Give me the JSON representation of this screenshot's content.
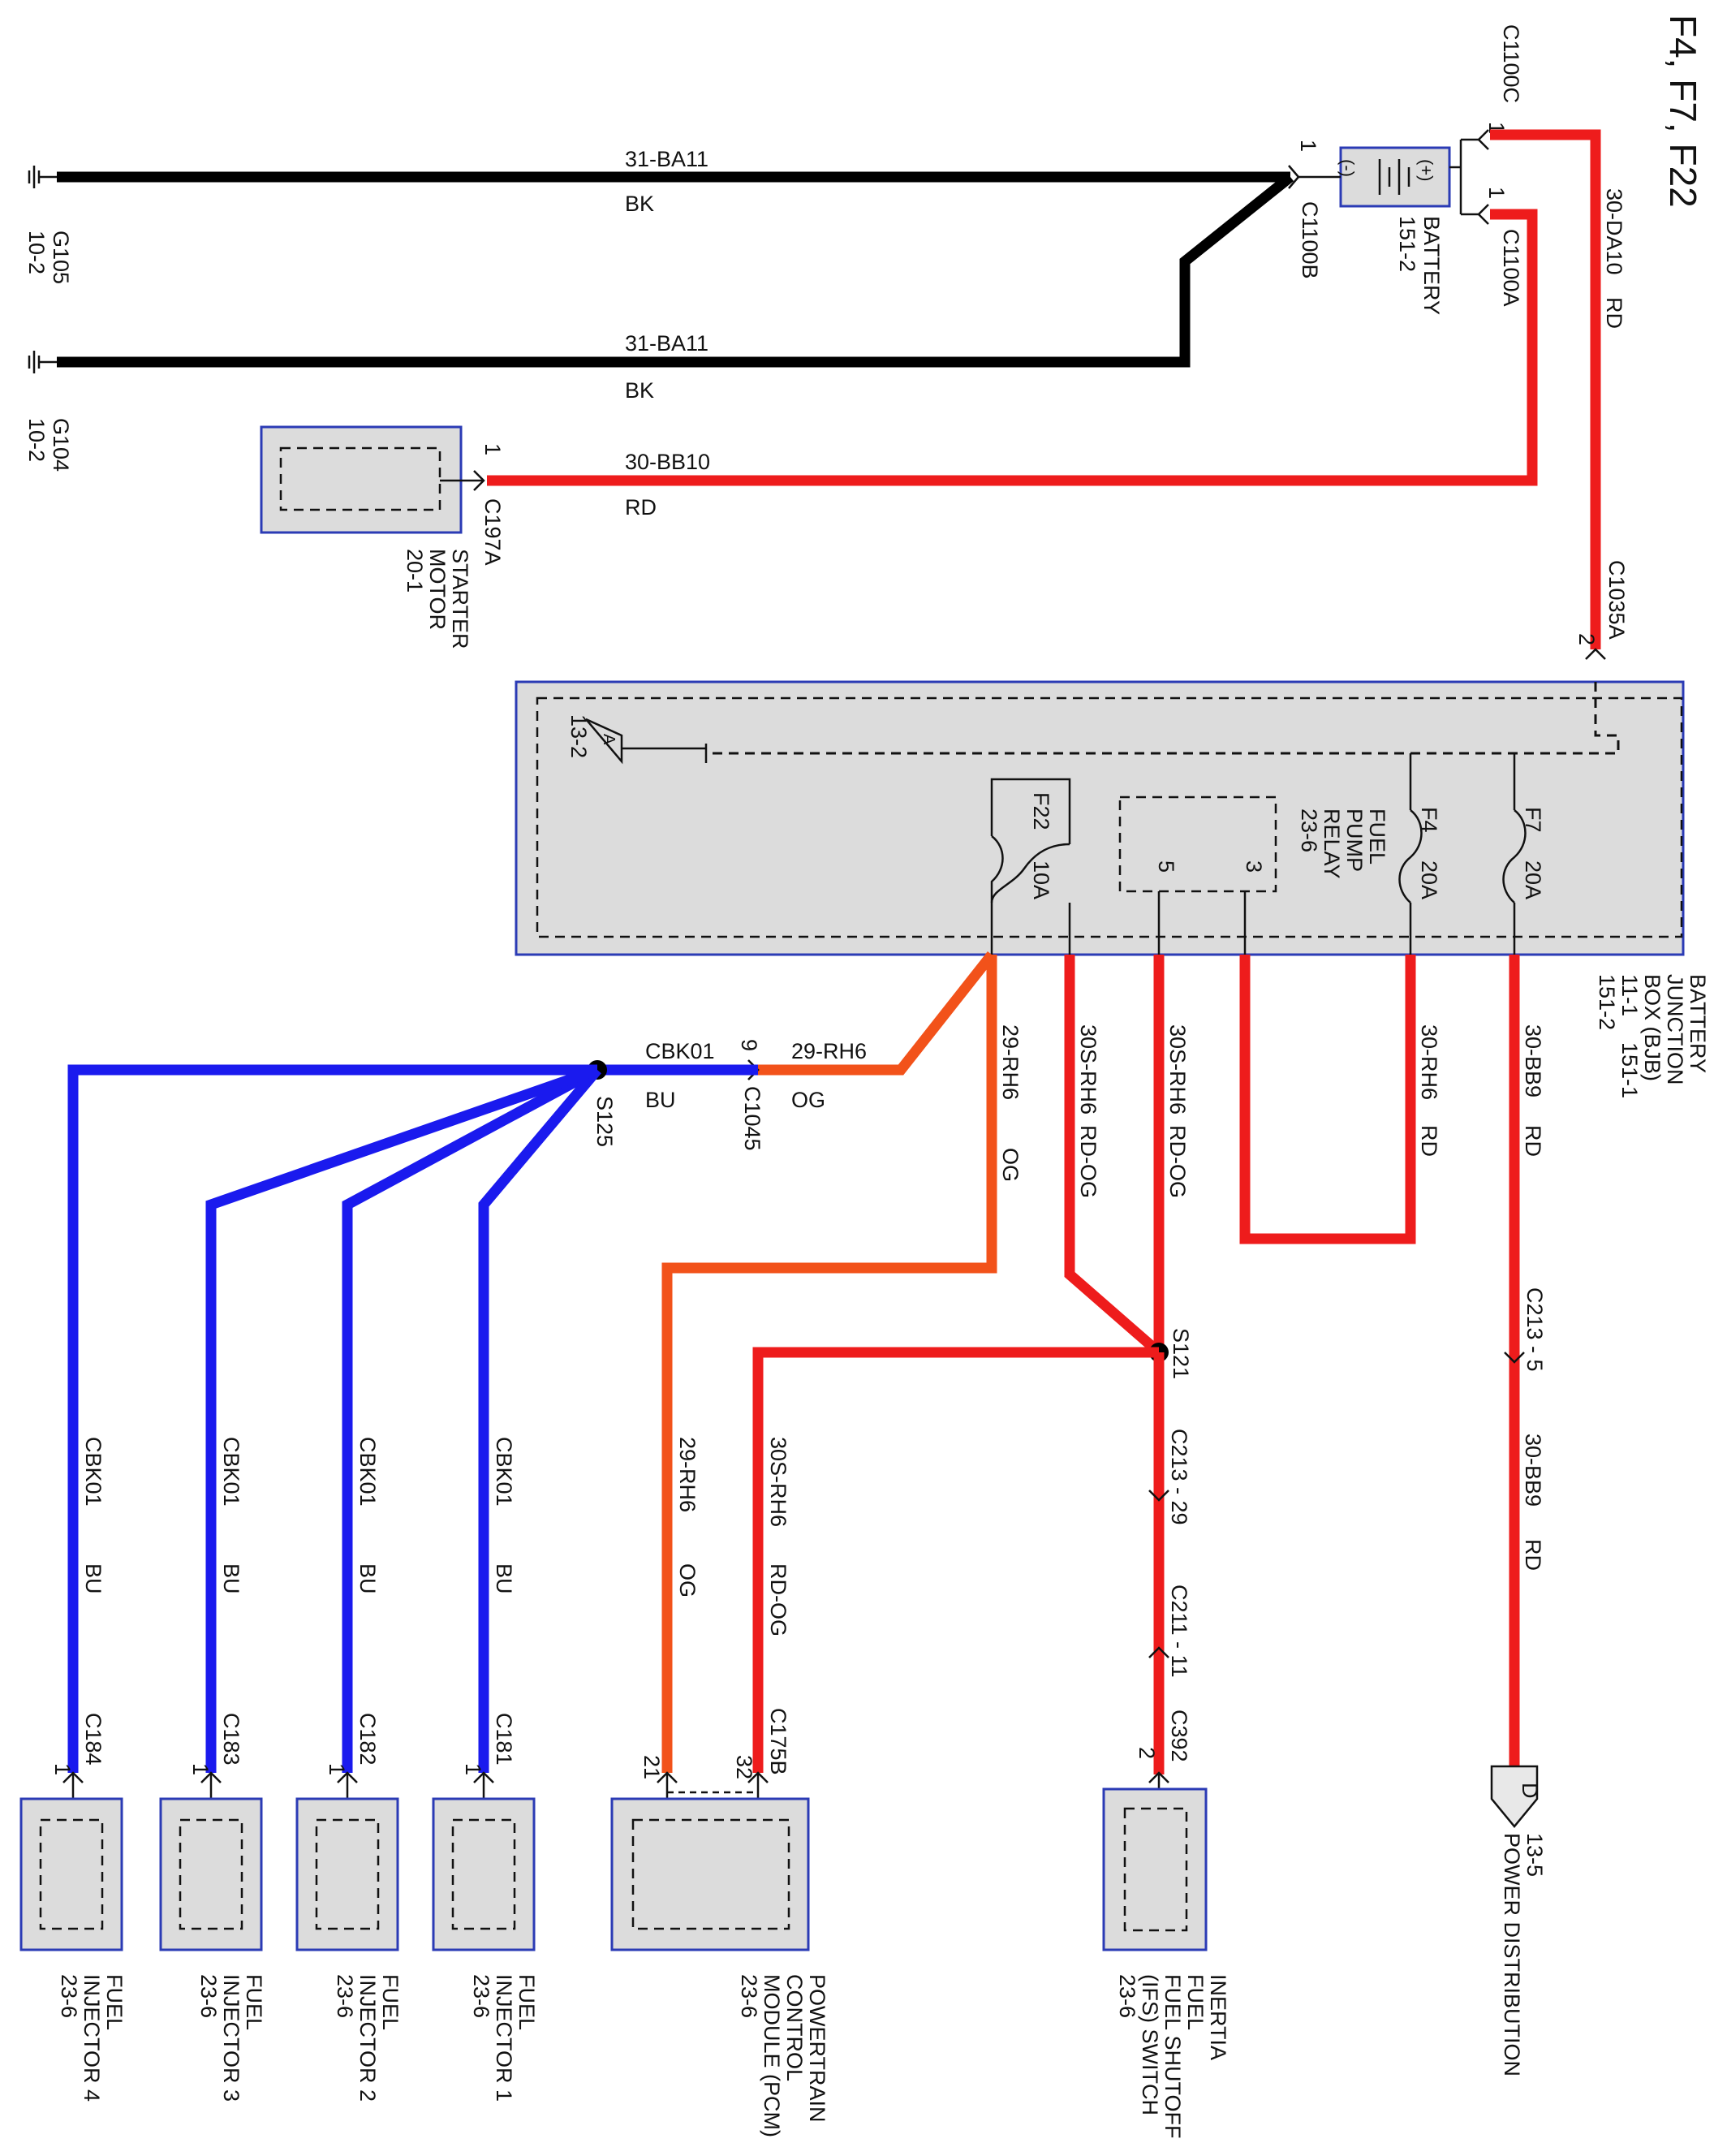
{
  "title": "F4, F7, F22",
  "grounds": [
    {
      "name": "G105",
      "page": "10-2",
      "wire": "31-BA11",
      "color": "BK"
    },
    {
      "name": "G104",
      "page": "10-2",
      "wire": "31-BA11",
      "color": "BK"
    }
  ],
  "battery": {
    "label": "BATTERY",
    "page": "151-2",
    "pin_neg": "(-)",
    "pin_pos": "(+)",
    "conn_b": "C1100B",
    "conn_a": "C1100A",
    "conn_c": "C1100C",
    "pin": "1"
  },
  "starter": {
    "label": "STARTER MOTOR",
    "page": "20-1",
    "conn": "C197A",
    "pin": "1",
    "wire": "30-BB10",
    "color": "RD"
  },
  "bjb": {
    "label": "BATTERY JUNCTION BOX (BJB)",
    "page1": "11-1",
    "page2": "151-1",
    "page3": "151-2",
    "ref_page": "13-2",
    "ref_letter": "A",
    "conn": "C1035A",
    "pin": "2"
  },
  "feed_wire": {
    "wire": "30-DA10",
    "color": "RD"
  },
  "fuses": [
    {
      "name": "F7",
      "amps": "20A"
    },
    {
      "name": "F4",
      "amps": "20A"
    },
    {
      "name": "F22",
      "amps": "10A"
    }
  ],
  "relay": {
    "label": "FUEL PUMP RELAY",
    "page": "23-6",
    "pin3": "3",
    "pin5": "5"
  },
  "wires": {
    "w30bb9": "30-BB9",
    "rd": "RD",
    "w30rh6": "30-RH6",
    "w30srh6": "30S-RH6",
    "rdog": "RD-OG",
    "w29rh6": "29-RH6",
    "og": "OG",
    "cbk01": "CBK01",
    "bu": "BU"
  },
  "connectors": {
    "c213_5": "C213 - 5",
    "c213_29": "C213 - 29",
    "c211_11": "C211 - 11",
    "c392": "C392",
    "c175b": "C175B",
    "c1045": "C1045",
    "c1045_pin": "9",
    "c181": "C181",
    "c182": "C182",
    "c183": "C183",
    "c184": "C184",
    "pin1": "1",
    "pin2": "2",
    "pin21": "21",
    "pin32": "32"
  },
  "splices": {
    "s121": "S121",
    "s125": "S125"
  },
  "power_dist": {
    "letter": "D",
    "page": "13-5",
    "label": "POWER DISTRIBUTION"
  },
  "ifs": {
    "label": "INERTIA FUEL FUEL SHUTOFF (IFS) SWITCH",
    "page": "23-6"
  },
  "pcm": {
    "label": "POWERTRAIN CONTROL MODULE (PCM)",
    "page": "23-6"
  },
  "injectors": [
    {
      "label": "FUEL INJECTOR 1",
      "page": "23-6"
    },
    {
      "label": "FUEL INJECTOR 2",
      "page": "23-6"
    },
    {
      "label": "FUEL INJECTOR 3",
      "page": "23-6"
    },
    {
      "label": "FUEL INJECTOR 4",
      "page": "23-6"
    }
  ]
}
